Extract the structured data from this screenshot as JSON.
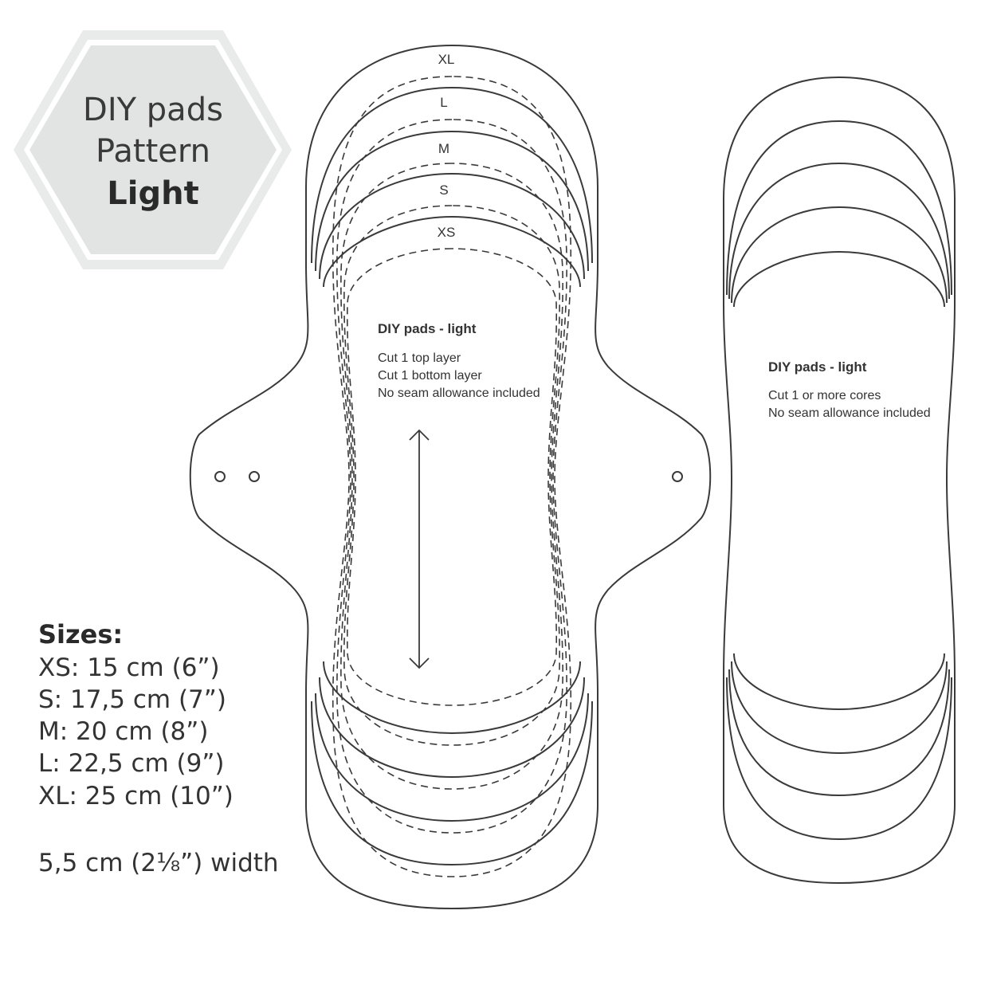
{
  "badge": {
    "line1": "DIY pads",
    "line2": "Pattern",
    "line3": "Light",
    "fill_color": "#e2e4e3",
    "border_color": "#e9ebea"
  },
  "main_pattern": {
    "size_labels": [
      "XL",
      "L",
      "M",
      "S",
      "XS"
    ],
    "title": "DIY pads - light",
    "lines": [
      "Cut 1 top layer",
      "Cut 1 bottom layer",
      "No seam allowance included"
    ],
    "arrow": "grainline-double-arrow",
    "snap_holes": 3
  },
  "core_pattern": {
    "title": "DIY pads - light",
    "lines": [
      "Cut 1 or more cores",
      "No seam allowance included"
    ]
  },
  "sizes": {
    "title": "Sizes:",
    "items": [
      "XS: 15 cm (6”)",
      "S: 17,5 cm (7”)",
      "M: 20 cm (8”)",
      "L: 22,5 cm (9”)",
      "XL: 25 cm (10”)"
    ],
    "width_note": "5,5 cm (2⅛”) width"
  },
  "colors": {
    "line": "#3a3a3a",
    "text": "#333333",
    "background": "#ffffff"
  }
}
